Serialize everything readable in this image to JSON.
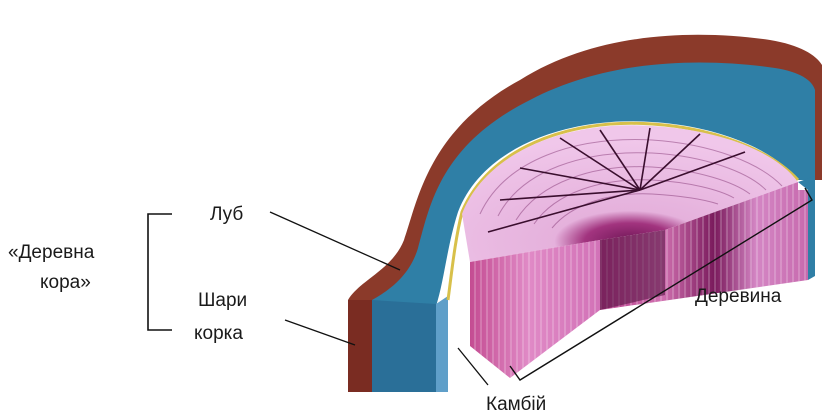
{
  "labels": {
    "bark_group": [
      "«Деревна",
      "кора»"
    ],
    "phloem": "Луб",
    "layers": [
      "Шари",
      "корка"
    ],
    "wood": "Деревина",
    "cambium": "Камбій"
  },
  "colors": {
    "outer_bark": "#8b3a2a",
    "inner_bark": "#2f7fa6",
    "phloem_band": "#5f9fc9",
    "cambium": "#d8c04a",
    "wood_light": "#e3a6d6",
    "wood_side": "#c3498f",
    "heartwood": "#7a1a5c",
    "ring_line": "#7a2a6a",
    "label_line": "#111111"
  }
}
